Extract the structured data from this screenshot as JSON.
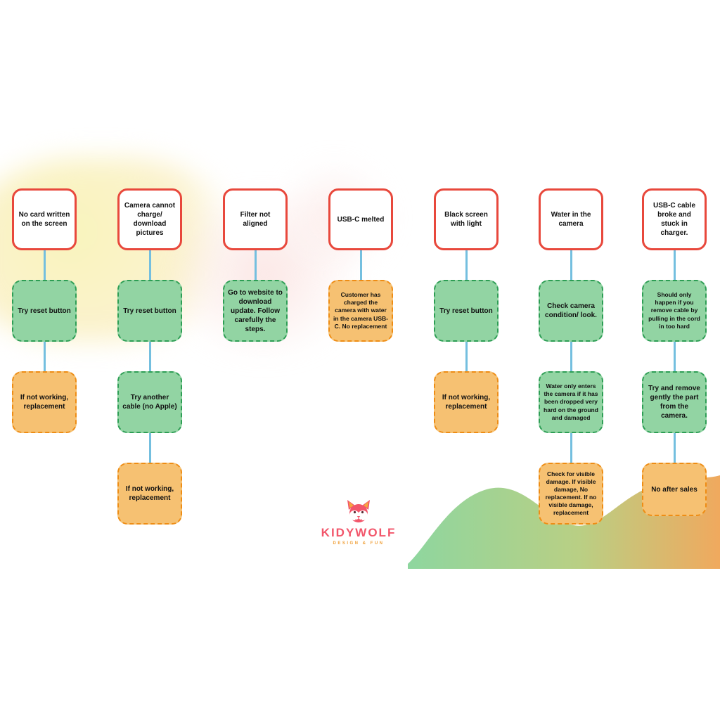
{
  "brand": {
    "name": "KIDYWOLF",
    "tagline": "DESIGN & FUN",
    "colors": {
      "problem_border": "#e8483c",
      "action_fill": "#92d4a3",
      "action_border": "#2e9e55",
      "outcome_fill": "#f6c172",
      "outcome_border": "#ee8d15",
      "connector": "#74bfdf",
      "brand_pink": "#f2566b",
      "brand_orange": "#f0a23c"
    }
  },
  "columns": [
    {
      "problem": "No card written on the screen",
      "steps": [
        {
          "type": "action",
          "text": "Try reset button"
        },
        {
          "type": "outcome",
          "text": "If not working, replacement"
        }
      ]
    },
    {
      "problem": "Camera cannot charge/ download pictures",
      "steps": [
        {
          "type": "action",
          "text": "Try reset button"
        },
        {
          "type": "action",
          "text": "Try another cable (no Apple)"
        },
        {
          "type": "outcome",
          "text": "If not working, replacement"
        }
      ]
    },
    {
      "problem": "Filter not aligned",
      "steps": [
        {
          "type": "action",
          "text": "Go to website to download update. Follow carefully the steps."
        }
      ]
    },
    {
      "problem": "USB-C melted",
      "steps": [
        {
          "type": "outcome",
          "text": "Customer has charged the camera with water in the camera USB-C. No replacement"
        }
      ]
    },
    {
      "problem": "Black screen with light",
      "steps": [
        {
          "type": "action",
          "text": "Try reset button"
        },
        {
          "type": "outcome",
          "text": "If not working, replacement"
        }
      ]
    },
    {
      "problem": "Water in the camera",
      "steps": [
        {
          "type": "action",
          "text": "Check camera condition/ look."
        },
        {
          "type": "action",
          "text": "Water only enters the camera if it has been dropped very hard on the ground and damaged"
        },
        {
          "type": "outcome",
          "text": "Check for visible damage. If visible damage, No replacement. If no visible damage, replacement"
        }
      ]
    },
    {
      "problem": "USB-C cable broke and stuck in charger.",
      "steps": [
        {
          "type": "action",
          "text": "Should only happen if you remove cable by pulling in the cord in too hard"
        },
        {
          "type": "action",
          "text": "Try and remove gently the part from the camera."
        },
        {
          "type": "outcome",
          "text": "No after sales"
        }
      ]
    }
  ]
}
